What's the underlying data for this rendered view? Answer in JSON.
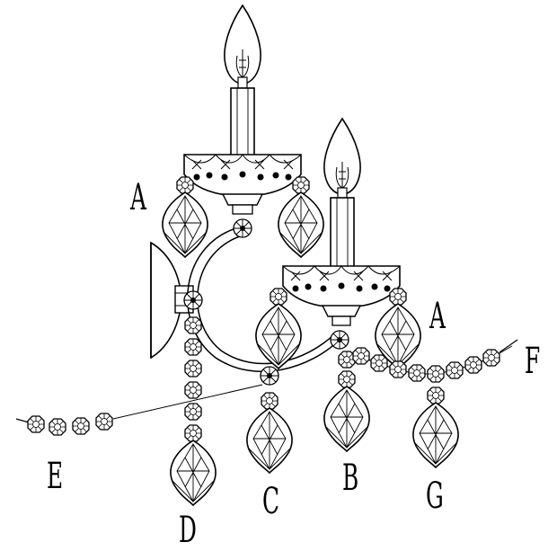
{
  "labels": {
    "A1": "A",
    "A2": "A",
    "B": "B",
    "C": "C",
    "D": "D",
    "E": "E",
    "F": "F",
    "G": "G"
  }
}
